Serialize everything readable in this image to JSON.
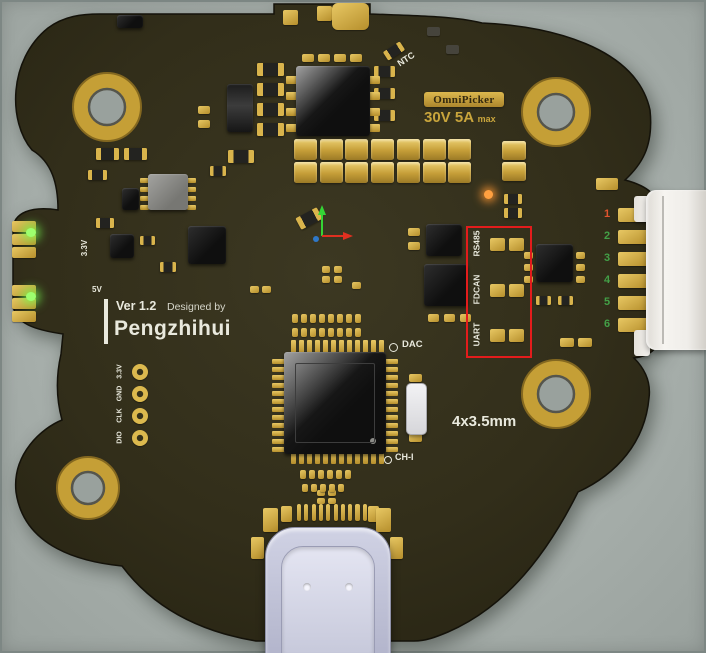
{
  "colors": {
    "background": "#a9b2ae",
    "board": "#322e1a",
    "copper": "#c9a53c",
    "silkscreen": "#e9e9dd",
    "red_outline": "#e31c1c",
    "green_led": "#7cff4f",
    "orange_led": "#ffa040",
    "usb_shell": "#c3c5da"
  },
  "silkscreen": {
    "ntc_label": "NTC",
    "brand_badge": "OmniPicker",
    "power_rating": "30V 5A",
    "power_rating_suffix": "max",
    "rail_3v3": "3.3V",
    "rail_5v": "5V",
    "version": "Ver 1.2",
    "designed_by": "Designed by",
    "designer_name": "Pengzhihui",
    "dac_label": "DAC",
    "channel_label": "CH-I",
    "mounting_note": "4x3.5mm"
  },
  "interface_port_labels": [
    {
      "label": "RS485"
    },
    {
      "label": "FDCAN"
    },
    {
      "label": "UART"
    }
  ],
  "programming_pads": [
    {
      "label": "3.3V"
    },
    {
      "label": "GND"
    },
    {
      "label": "CLK"
    },
    {
      "label": "DIO"
    }
  ],
  "connector_pins": [
    {
      "num": "1",
      "color": "#e0542e"
    },
    {
      "num": "2",
      "color": "#43a047"
    },
    {
      "num": "3",
      "color": "#43a047"
    },
    {
      "num": "4",
      "color": "#43a047"
    },
    {
      "num": "5",
      "color": "#43a047"
    },
    {
      "num": "6",
      "color": "#43a047"
    }
  ]
}
